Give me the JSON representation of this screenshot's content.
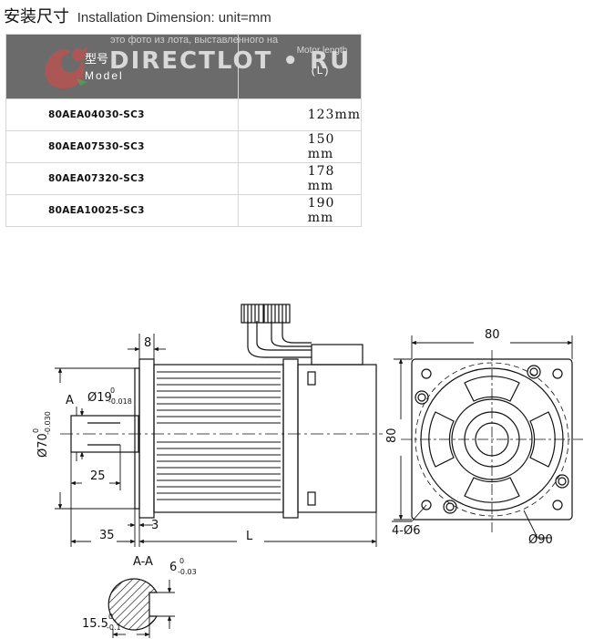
{
  "heading": {
    "chinese": "安装尺寸",
    "english": "Installation Dimension: unit=mm"
  },
  "watermark": {
    "caption": "это фото из лота, выставленного на",
    "logo": "DIRECTLOT • RU"
  },
  "table": {
    "header": {
      "model_cn": "型号",
      "model_en": "Model",
      "length_en": "Motor length",
      "length_symbol": "(L)"
    },
    "rows": [
      {
        "model": "80AEA04030-SC3",
        "length": "123mm"
      },
      {
        "model": "80AEA07530-SC3",
        "length": "150 mm"
      },
      {
        "model": "80AEA07320-SC3",
        "length": "178 mm"
      },
      {
        "model": "80AEA10025-SC3",
        "length": "190 mm"
      }
    ]
  },
  "drawing": {
    "flange_thickness": "8",
    "section_marker": "A",
    "shaft_diameter": "Ø19",
    "shaft_diameter_tol_upper": "0",
    "shaft_diameter_tol_lower": "-0.018",
    "pilot_diameter": "Ø70",
    "pilot_diameter_tol_upper": "0",
    "pilot_diameter_tol_lower": "-0.030",
    "key_length": "25",
    "shaft_length": "35",
    "pilot_depth": "3",
    "motor_length": "L",
    "flange_width": "80",
    "flange_height": "80",
    "mount_holes": "4-Ø6",
    "bolt_circle": "Ø90",
    "section_label": "A-A",
    "keyway_width": "6",
    "keyway_width_tol_upper": "0",
    "keyway_width_tol_lower": "-0.03",
    "keyway_depth": "15.5",
    "keyway_depth_tol_upper": "0",
    "keyway_depth_tol_lower": "-0.1"
  }
}
